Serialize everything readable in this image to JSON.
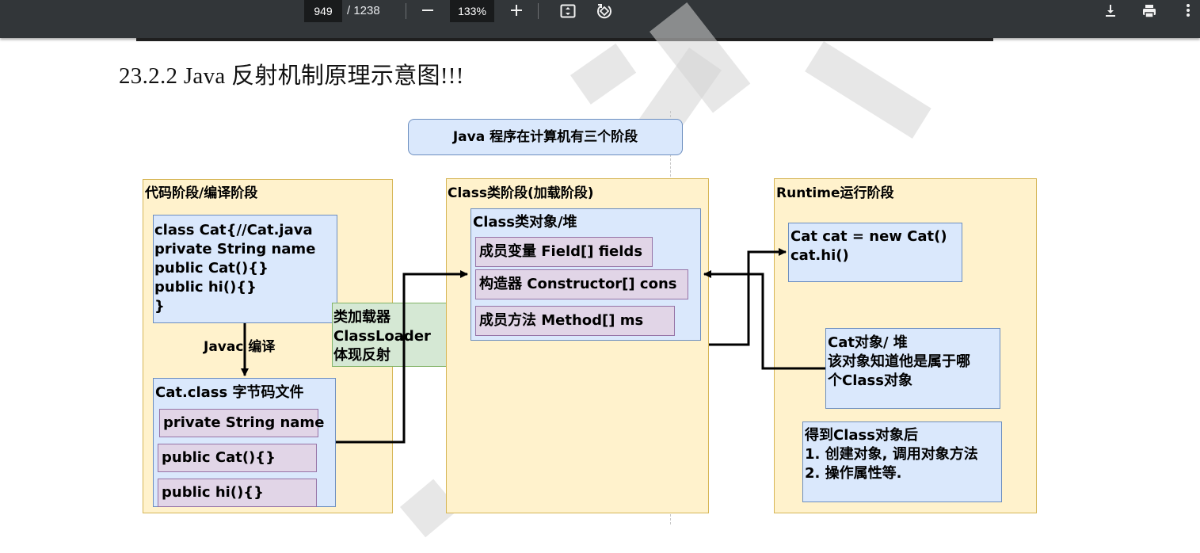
{
  "toolbar": {
    "page_current": "949",
    "page_total": "/ 1238",
    "zoom": "133%",
    "icons": [
      "zoom-out-icon",
      "zoom-in-icon",
      "fit-page-icon",
      "rotate-icon",
      "download-icon",
      "print-icon",
      "more-vert-icon"
    ]
  },
  "document": {
    "heading": "23.2.2   Java 反射机制原理示意图!!!"
  },
  "diagram": {
    "title": "Java 程序在计算机有三个阶段",
    "stage1": {
      "title": "代码阶段/编译阶段",
      "source": "class Cat{//Cat.java\nprivate String name\npublic Cat(){}\npublic hi(){}\n}",
      "compile_label": "Javac 编译",
      "bytecode_title": "Cat.class 字节码文件",
      "members": [
        "private String name",
        "public Cat(){}",
        "public hi(){}"
      ]
    },
    "classloader": "类加载器\nClassLoader\n体现反射",
    "stage2": {
      "title": "Class类阶段(加载阶段)",
      "object_title": "Class类对象/堆",
      "members": [
        "成员变量 Field[] fields",
        "构造器 Constructor[] cons",
        "成员方法 Method[] ms"
      ]
    },
    "stage3": {
      "title": "Runtime运行阶段",
      "code": "Cat cat = new Cat()\ncat.hi()",
      "heap_object": "Cat对象/ 堆\n该对象知道他是属于哪\n个Class对象",
      "after": "得到Class对象后\n1. 创建对象, 调用对象方法\n2. 操作属性等."
    }
  },
  "colors": {
    "stage_fill": "#fff2cc",
    "blue_fill": "#dae8fc",
    "pink_fill": "#e1d5e7",
    "green_fill": "#d5e8d4",
    "toolbar_bg": "#323639"
  }
}
